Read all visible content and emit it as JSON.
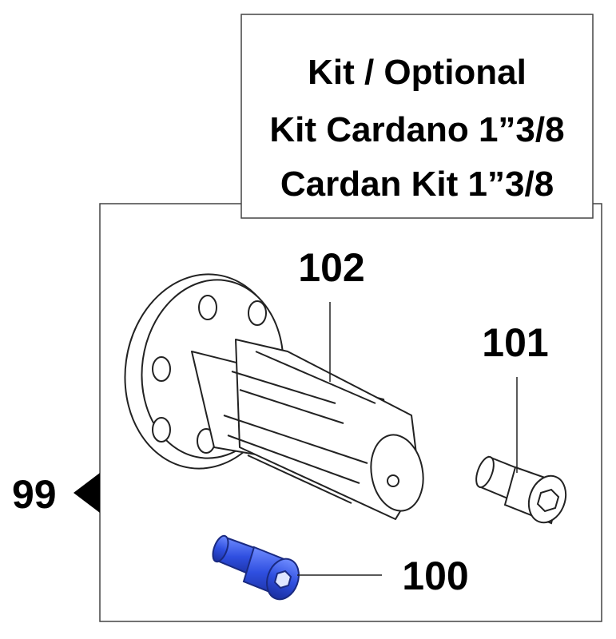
{
  "title_box": {
    "line1": "Kit / Optional",
    "line2": "Kit Cardano 1”3/8",
    "line3": "Cardan Kit 1”3/8"
  },
  "callouts": {
    "group": "99",
    "shaft": "102",
    "screw_plain": "101",
    "screw_blue": "100"
  },
  "colors": {
    "highlight_part": "#3b5bd6",
    "outline": "#222222"
  }
}
